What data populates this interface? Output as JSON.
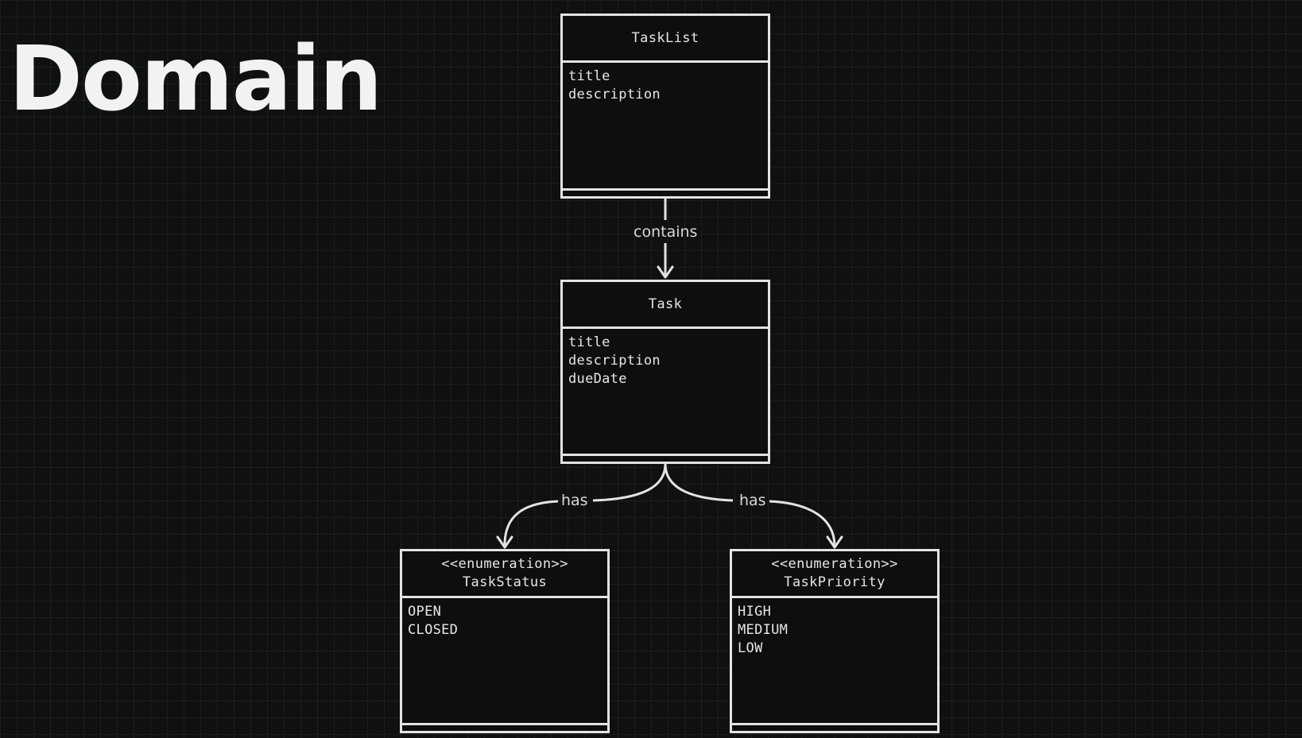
{
  "title": "Domain",
  "classes": {
    "tasklist": {
      "stereotype": "",
      "name": "TaskList",
      "attributes": [
        "title",
        "description"
      ]
    },
    "task": {
      "stereotype": "",
      "name": "Task",
      "attributes": [
        "title",
        "description",
        "dueDate"
      ]
    },
    "task_status": {
      "stereotype": "<<enumeration>>",
      "name": "TaskStatus",
      "attributes": [
        "OPEN",
        "CLOSED"
      ]
    },
    "task_priority": {
      "stereotype": "<<enumeration>>",
      "name": "TaskPriority",
      "attributes": [
        "HIGH",
        "MEDIUM",
        "LOW"
      ]
    }
  },
  "relations": {
    "tasklist_task": "contains",
    "task_status": "has",
    "task_priority": "has"
  },
  "colors": {
    "background": "#0f1111",
    "line": "#e3e3e3",
    "text": "#e6e6e6"
  }
}
